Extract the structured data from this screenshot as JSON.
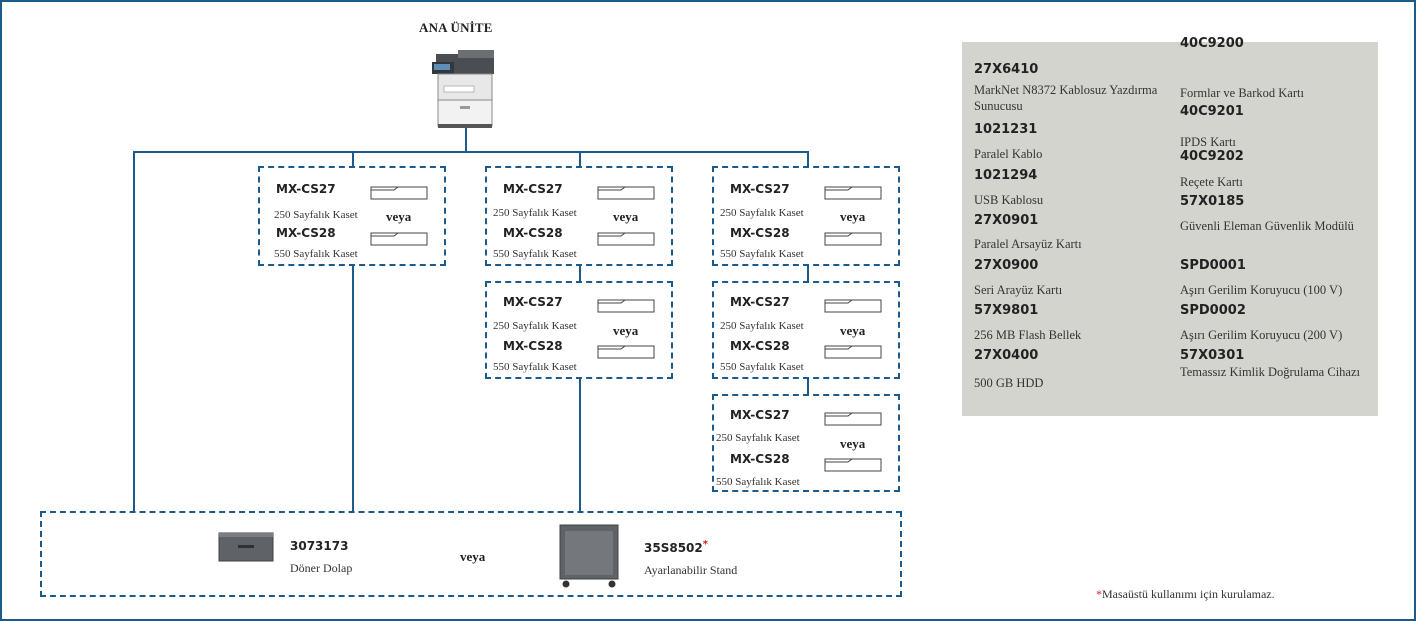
{
  "main_unit": {
    "title": "ANA ÜNİTE"
  },
  "tray_option": {
    "a_code": "MX-CS27",
    "a_label": "250 Sayfalık Kaset",
    "b_code": "MX-CS28",
    "b_label": "550 Sayfalık Kaset",
    "or": "veya"
  },
  "base": {
    "cabinet_code": "3073173",
    "cabinet_label": "Döner Dolap",
    "or": "veya",
    "stand_code": "35S8502",
    "stand_mark": "*",
    "stand_label": "Ayarlanabilir Stand"
  },
  "accessories": {
    "left": [
      {
        "code": "27X6410",
        "desc": "MarkNet N8372 Kablosuz Yazdırma Sunucusu"
      },
      {
        "code": "1021231",
        "desc": "Paralel Kablo"
      },
      {
        "code": "1021294",
        "desc": "USB Kablosu"
      },
      {
        "code": "27X0901",
        "desc": "Paralel Arsayüz Kartı"
      },
      {
        "code": "27X0900",
        "desc": "Seri Arayüz Kartı"
      },
      {
        "code": "57X9801",
        "desc": "256 MB Flash Bellek"
      },
      {
        "code": "27X0400",
        "desc": "500 GB HDD"
      }
    ],
    "right": [
      {
        "code": "40C9200",
        "desc": "Formlar ve Barkod Kartı"
      },
      {
        "code": "40C9201",
        "desc": "IPDS Kartı"
      },
      {
        "code": "40C9202",
        "desc": "Reçete Kartı"
      },
      {
        "code": "57X0185",
        "desc": "Güvenli Eleman Güvenlik Modülü"
      },
      {
        "code": "SPD0001",
        "desc": "Aşırı Gerilim Koruyucu (100 V)"
      },
      {
        "code": "SPD0002",
        "desc": "Aşırı Gerilim Koruyucu (200 V)"
      },
      {
        "code": "57X0301",
        "desc": "Temassız Kimlik Doğrulama Cihazı"
      }
    ]
  },
  "footnote": {
    "mark": "*",
    "text": "Masaüstü kullanımı için kurulamaz."
  },
  "colors": {
    "frame": "#1d5a8c",
    "panel": "#d4d4cf",
    "asterisk": "#d21f26"
  }
}
